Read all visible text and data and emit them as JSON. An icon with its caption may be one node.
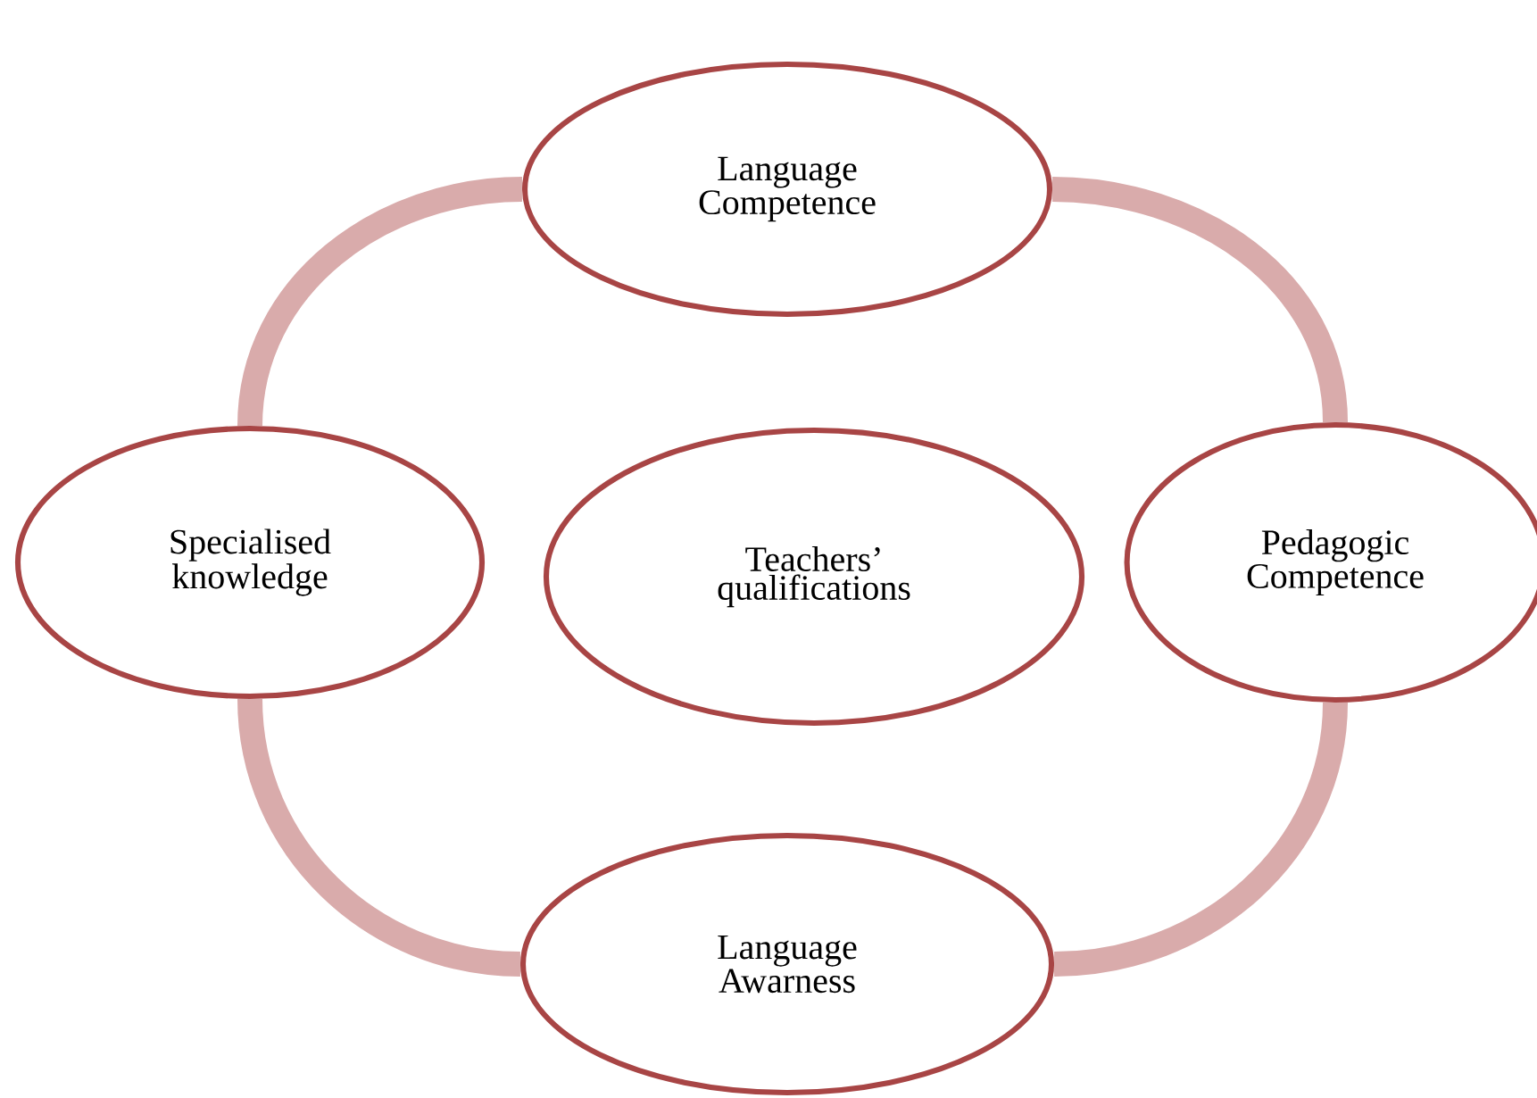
{
  "diagram": {
    "nodes": [
      {
        "text": [
          "Language Competence"
        ]
      },
      {
        "text": [
          "Specialised knowledge"
        ]
      },
      {
        "text": [
          "Teachers’ qualifications"
        ]
      },
      {
        "text": [
          "Pedagogic Competence"
        ]
      },
      {
        "text": [
          "Language Awarness"
        ]
      }
    ],
    "edges": [
      {
        "from": 0,
        "to": 3,
        "arrow": "none"
      },
      {
        "from": 3,
        "to": 4,
        "arrow": "none"
      },
      {
        "from": 4,
        "to": 1,
        "arrow": "none"
      },
      {
        "from": 1,
        "to": 0,
        "arrow": "none"
      }
    ]
  }
}
